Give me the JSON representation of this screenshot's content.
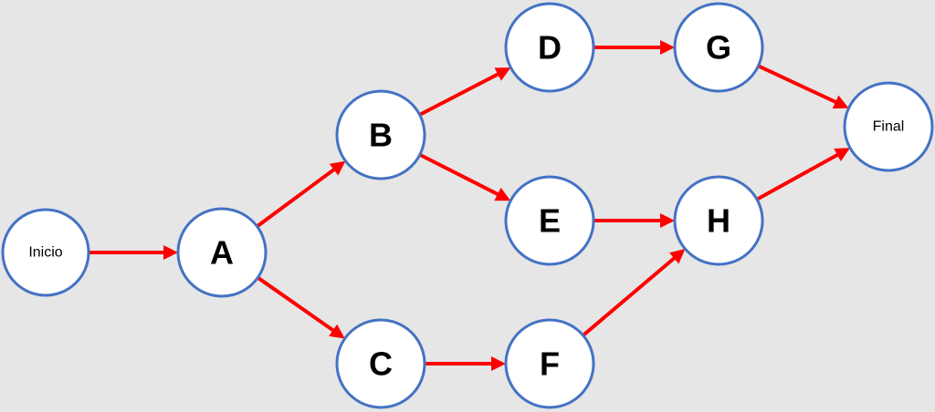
{
  "diagram": {
    "nodes": [
      {
        "id": "inicio",
        "label": "Inicio"
      },
      {
        "id": "A",
        "label": "A"
      },
      {
        "id": "B",
        "label": "B"
      },
      {
        "id": "C",
        "label": "C"
      },
      {
        "id": "D",
        "label": "D"
      },
      {
        "id": "E",
        "label": "E"
      },
      {
        "id": "F",
        "label": "F"
      },
      {
        "id": "G",
        "label": "G"
      },
      {
        "id": "H",
        "label": "H"
      },
      {
        "id": "final",
        "label": "Final"
      }
    ],
    "edges": [
      {
        "from": "inicio",
        "to": "A"
      },
      {
        "from": "A",
        "to": "B"
      },
      {
        "from": "A",
        "to": "C"
      },
      {
        "from": "B",
        "to": "D"
      },
      {
        "from": "B",
        "to": "E"
      },
      {
        "from": "C",
        "to": "F"
      },
      {
        "from": "D",
        "to": "G"
      },
      {
        "from": "E",
        "to": "H"
      },
      {
        "from": "F",
        "to": "H"
      },
      {
        "from": "G",
        "to": "final"
      },
      {
        "from": "H",
        "to": "final"
      }
    ],
    "colors": {
      "background": "#e6e6e6",
      "node_fill": "#ffffff",
      "node_border": "#4472c4",
      "edge": "#ff0000"
    }
  }
}
